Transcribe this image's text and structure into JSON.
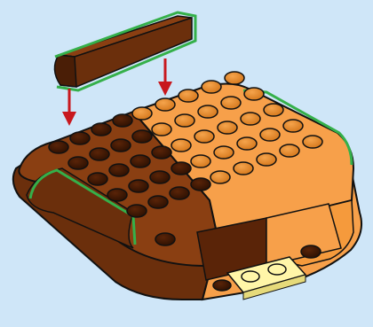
{
  "illustration": {
    "subject": "lego-build-step",
    "colors": {
      "background": "#cfe6f8",
      "brown": "#6b2f0c",
      "brown_light": "#8a3f12",
      "brown_dark": "#4a1e06",
      "orange": "#f7a04a",
      "orange_dark": "#d97a1e",
      "yellow": "#fff6a8",
      "highlight_green": "#35b04a",
      "arrow_red": "#c8181e",
      "outline": "#111111"
    }
  },
  "instruction": {
    "arrows": 2,
    "new_piece": "brown-1x4-curved-slope"
  }
}
